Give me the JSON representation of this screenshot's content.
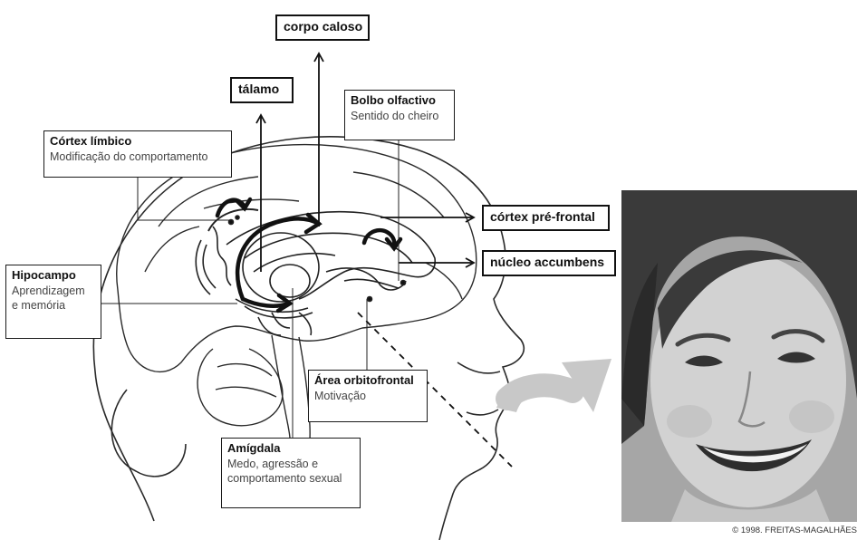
{
  "labels": {
    "corpo_caloso": "corpo caloso",
    "talamo": "tálamo",
    "cortex_pre_frontal": "córtex pré-frontal",
    "nucleo_accumbens": "núcleo accumbens"
  },
  "info_boxes": {
    "bolbo": {
      "title": "Bolbo olfactivo",
      "sub": "Sentido do cheiro"
    },
    "limbico": {
      "title": "Córtex límbico",
      "sub": "Modificação do comportamento"
    },
    "hipocampo": {
      "title": "Hipocampo",
      "sub1": "Aprendizagem",
      "sub2": "e memória"
    },
    "orbitofrontal": {
      "title": "Área orbitofrontal",
      "sub": "Motivação"
    },
    "amigdala": {
      "title": "Amígdala",
      "sub1": "Medo, agressão e",
      "sub2": "comportamento sexual"
    }
  },
  "copyright": "© 1998. FREITAS-MAGALHÃES",
  "colors": {
    "line": "#111111",
    "sketch": "#2a2a2a",
    "gray_arrow": "#c8c8c8",
    "photo_bg": "#9a9a9a"
  }
}
